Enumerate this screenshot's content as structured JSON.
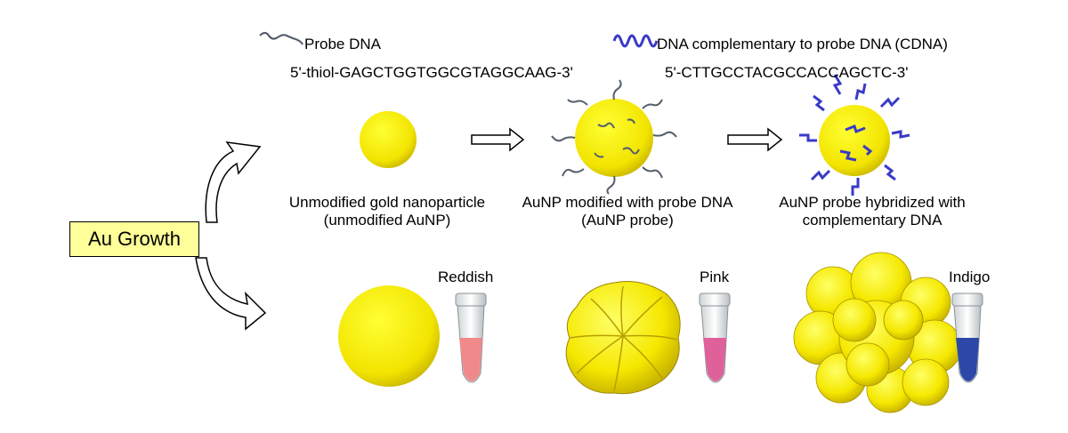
{
  "legend": {
    "probe_dna_label": "Probe DNA",
    "probe_sequence": "5'-thiol-GAGCTGGTGGCGTAGGCAAG-3'",
    "cdna_label": "DNA complementary to probe DNA (CDNA)",
    "cdna_sequence": "5'-CTTGCCTACGCCACCAGCTC-3'"
  },
  "stages": [
    {
      "line1": "Unmodified gold nanoparticle",
      "line2": "(unmodified AuNP)"
    },
    {
      "line1": "AuNP modified with probe DNA",
      "line2": "(AuNP probe)"
    },
    {
      "line1": "AuNP probe hybridized with",
      "line2": "complementary DNA"
    }
  ],
  "process_label": "Au Growth",
  "results": [
    {
      "color_label": "Reddish",
      "solution_color": "#f08a8a"
    },
    {
      "color_label": "Pink",
      "solution_color": "#e0609a"
    },
    {
      "color_label": "Indigo",
      "solution_color": "#2d47a8"
    }
  ],
  "colors": {
    "gold": "#ffff00",
    "gold_shadow": "#c8b400",
    "probe_strand": "#555f6a",
    "cdna_strand": "#3a3ac8"
  }
}
